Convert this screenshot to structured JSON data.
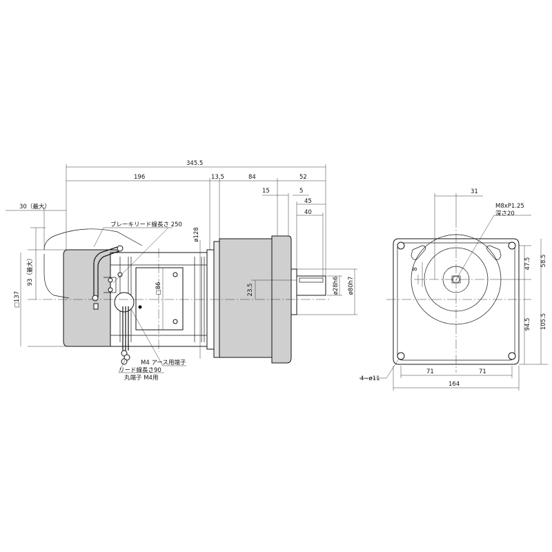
{
  "dimensions": {
    "overall_length": "345.5",
    "motor_length": "196",
    "flange_gap": "13.5",
    "gear_length": "84",
    "shaft_length": "52",
    "flange_thickness": "15",
    "shaft_step": "5",
    "shaft_45": "45",
    "key_length": "40",
    "brake_overhang": "30（最大）",
    "brake_height": "93（最大）",
    "motor_square": "□137",
    "motor_dia": "ø128",
    "terminal_box": "□86",
    "shaft_offset": "23.5",
    "shaft_dia": "ø28h6",
    "pilot_dia": "ø80h7",
    "front_key_offset": "31",
    "tap_spec": "M8xP1.25",
    "tap_depth": "深さ20",
    "keyway_width": "8",
    "front_h1": "47.5",
    "front_h2": "58.5",
    "front_h3": "94.5",
    "front_h4": "105.5",
    "bolt_pitch_left": "71",
    "bolt_pitch_right": "71",
    "flange_width": "164",
    "mounting_holes": "4−ø11"
  },
  "notes": {
    "brake_lead": "ブレーキリード線長さ 250",
    "earth_terminal": "M4 アース用端子",
    "lead_length": "リード線長さ90",
    "ring_terminal": "丸端子 M4用"
  }
}
